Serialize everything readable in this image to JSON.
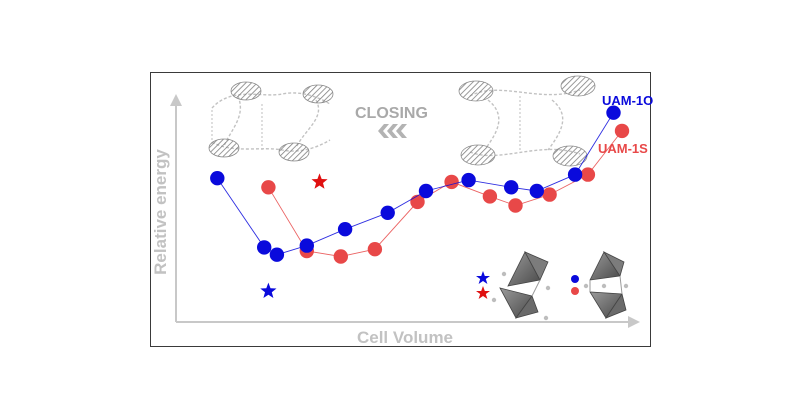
{
  "chart_data": {
    "type": "scatter",
    "xlabel": "Cell Volume",
    "ylabel": "Relative energy",
    "annotation": "CLOSING",
    "xlim": [
      0,
      100
    ],
    "ylim": [
      0,
      100
    ],
    "grid": false,
    "series": [
      {
        "name": "UAM-1O",
        "color": "#0a0adc",
        "points": [
          {
            "x": 5,
            "y": 68
          },
          {
            "x": 16,
            "y": 30
          },
          {
            "x": 19,
            "y": 26
          },
          {
            "x": 26,
            "y": 31
          },
          {
            "x": 35,
            "y": 40
          },
          {
            "x": 45,
            "y": 49
          },
          {
            "x": 54,
            "y": 61
          },
          {
            "x": 64,
            "y": 67
          },
          {
            "x": 74,
            "y": 63
          },
          {
            "x": 80,
            "y": 61
          },
          {
            "x": 89,
            "y": 70
          },
          {
            "x": 98,
            "y": 104
          }
        ]
      },
      {
        "name": "UAM-1S",
        "color": "#e84848",
        "points": [
          {
            "x": 17,
            "y": 63
          },
          {
            "x": 26,
            "y": 28
          },
          {
            "x": 34,
            "y": 25
          },
          {
            "x": 42,
            "y": 29
          },
          {
            "x": 52,
            "y": 55
          },
          {
            "x": 60,
            "y": 66
          },
          {
            "x": 69,
            "y": 58
          },
          {
            "x": 75,
            "y": 53
          },
          {
            "x": 83,
            "y": 59
          },
          {
            "x": 92,
            "y": 70
          },
          {
            "x": 100,
            "y": 94
          }
        ]
      }
    ],
    "stars": [
      {
        "color": "#e01010",
        "x": 29,
        "y": 66
      },
      {
        "color": "#0a0adc",
        "x": 17,
        "y": 6
      }
    ]
  }
}
